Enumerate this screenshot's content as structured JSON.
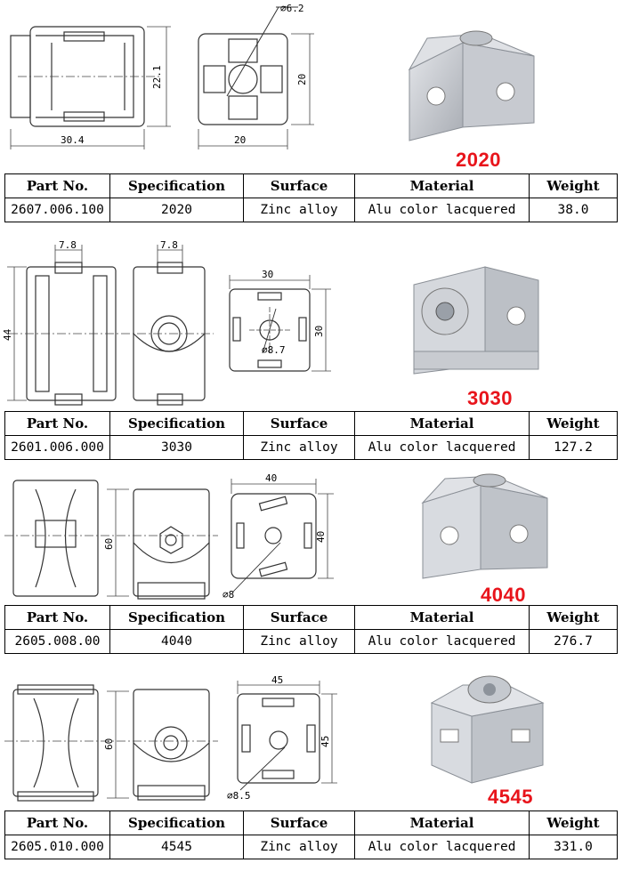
{
  "headers": [
    "Part No.",
    "Specification",
    "Surface",
    "Material",
    "Weight"
  ],
  "products": [
    {
      "label": "2020",
      "part_no": "2607.006.100",
      "specification": "2020",
      "surface": "Zinc alloy",
      "material": "Alu color lacquered",
      "weight": "38.0",
      "dims": {
        "width": "30.4",
        "height": "22.1",
        "face": "20",
        "face_side": "20",
        "hole": "⌀6.2"
      }
    },
    {
      "label": "3030",
      "part_no": "2601.006.000",
      "specification": "3030",
      "surface": "Zinc alloy",
      "material": "Alu color lacquered",
      "weight": "127.2",
      "dims": {
        "slot_a": "7.8",
        "slot_b": "7.8",
        "height": "44",
        "face": "30",
        "face_side": "30",
        "hole": "⌀8.7"
      }
    },
    {
      "label": "4040",
      "part_no": "2605.008.00",
      "specification": "4040",
      "surface": "Zinc alloy",
      "material": "Alu color lacquered",
      "weight": "276.7",
      "dims": {
        "height": "60",
        "face": "40",
        "face_side": "40",
        "hole": "⌀8"
      }
    },
    {
      "label": "4545",
      "part_no": "2605.010.000",
      "specification": "4545",
      "surface": "Zinc alloy",
      "material": "Alu color lacquered",
      "weight": "331.0",
      "dims": {
        "height": "60",
        "face": "45",
        "face_side": "45",
        "hole": "⌀8.5"
      }
    }
  ]
}
